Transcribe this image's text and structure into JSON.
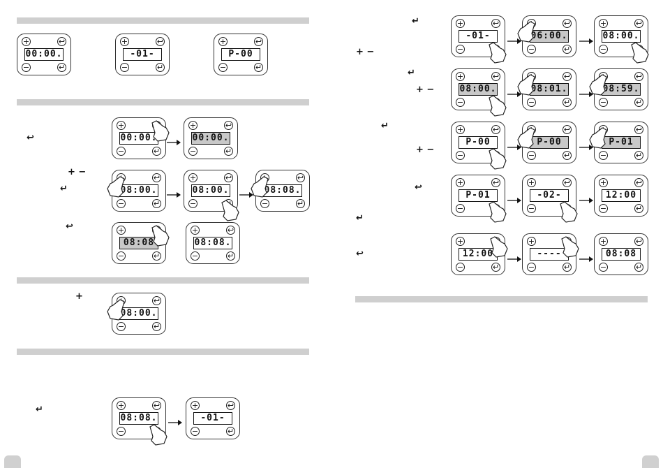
{
  "icons": {
    "plus": "+",
    "minus": "−",
    "back": "↩",
    "enter": "↵"
  },
  "side_glyphs": {
    "plus_minus": "+ −",
    "plus": "+",
    "back": "↩",
    "enter": "↵"
  },
  "displays": {
    "a1": "00:00.",
    "a2": "-01-",
    "a3": "P-00",
    "b1": "00:00.",
    "b2": "00:00.",
    "c1": "08:00.",
    "c2": "08:00.",
    "c3": "08:08.",
    "d1": "08:08",
    "d2": "08:08.",
    "e1": "08:00.",
    "f1": "08:08.",
    "f2": "-01-",
    "r1a": "-01-",
    "r1b": "06:00.",
    "r1c": "08:00.",
    "r2a": "08:00.",
    "r2b": "08:01.",
    "r2c": "08:59.",
    "r3a": "P-00",
    "r3b": "P-00",
    "r3c": "P-01",
    "r4a": "P-01",
    "r4b": "-02-",
    "r4c": "12:00",
    "r5a": "12:00",
    "r5b": "----",
    "r5c": "08:08"
  }
}
